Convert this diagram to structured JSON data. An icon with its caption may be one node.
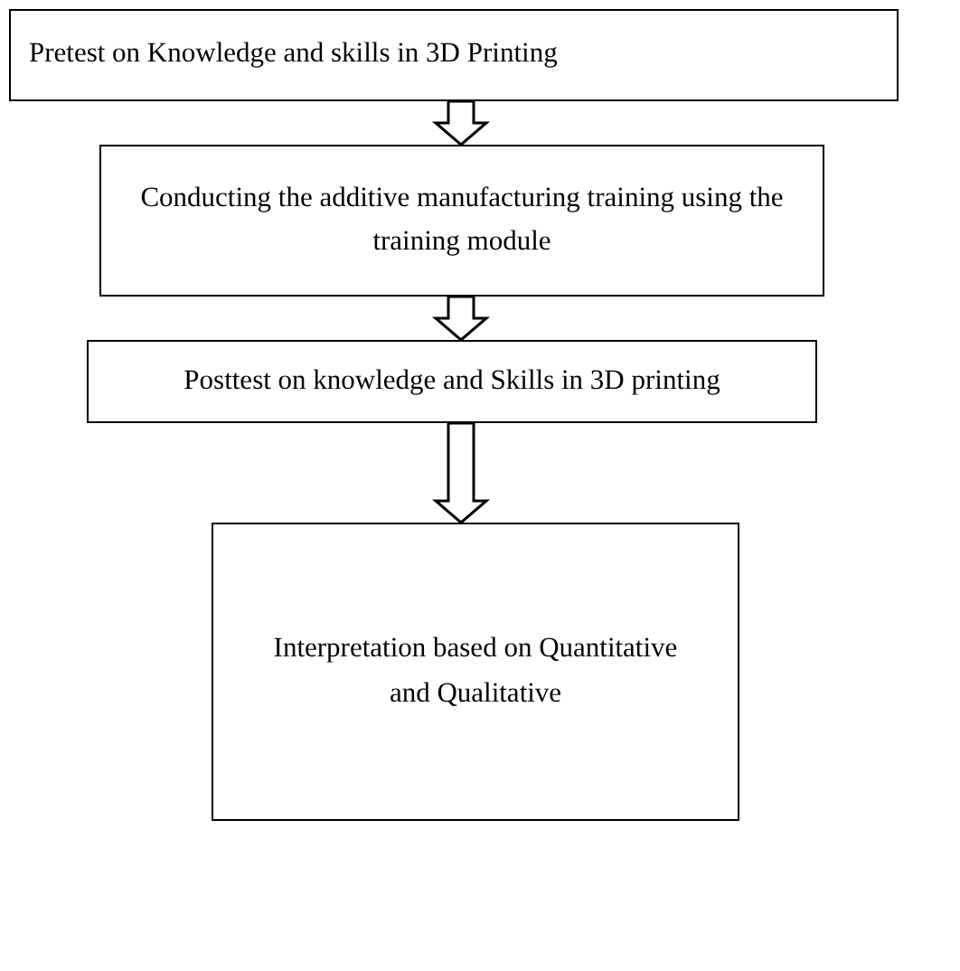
{
  "diagram": {
    "nodes": [
      {
        "text": [
          "Pretest on Knowledge and skills in 3D Printing"
        ]
      },
      {
        "text": [
          "Conducting the additive manufacturing training using the training module"
        ]
      },
      {
        "text": [
          "Posttest on knowledge and Skills in 3D printing"
        ]
      },
      {
        "text": [
          "Interpretation based on Quantitative and Qualitative"
        ]
      }
    ],
    "edges": [
      {
        "from": 0,
        "to": 1,
        "arrow": "to"
      },
      {
        "from": 1,
        "to": 2,
        "arrow": "to"
      },
      {
        "from": 2,
        "to": 3,
        "arrow": "to"
      }
    ]
  }
}
